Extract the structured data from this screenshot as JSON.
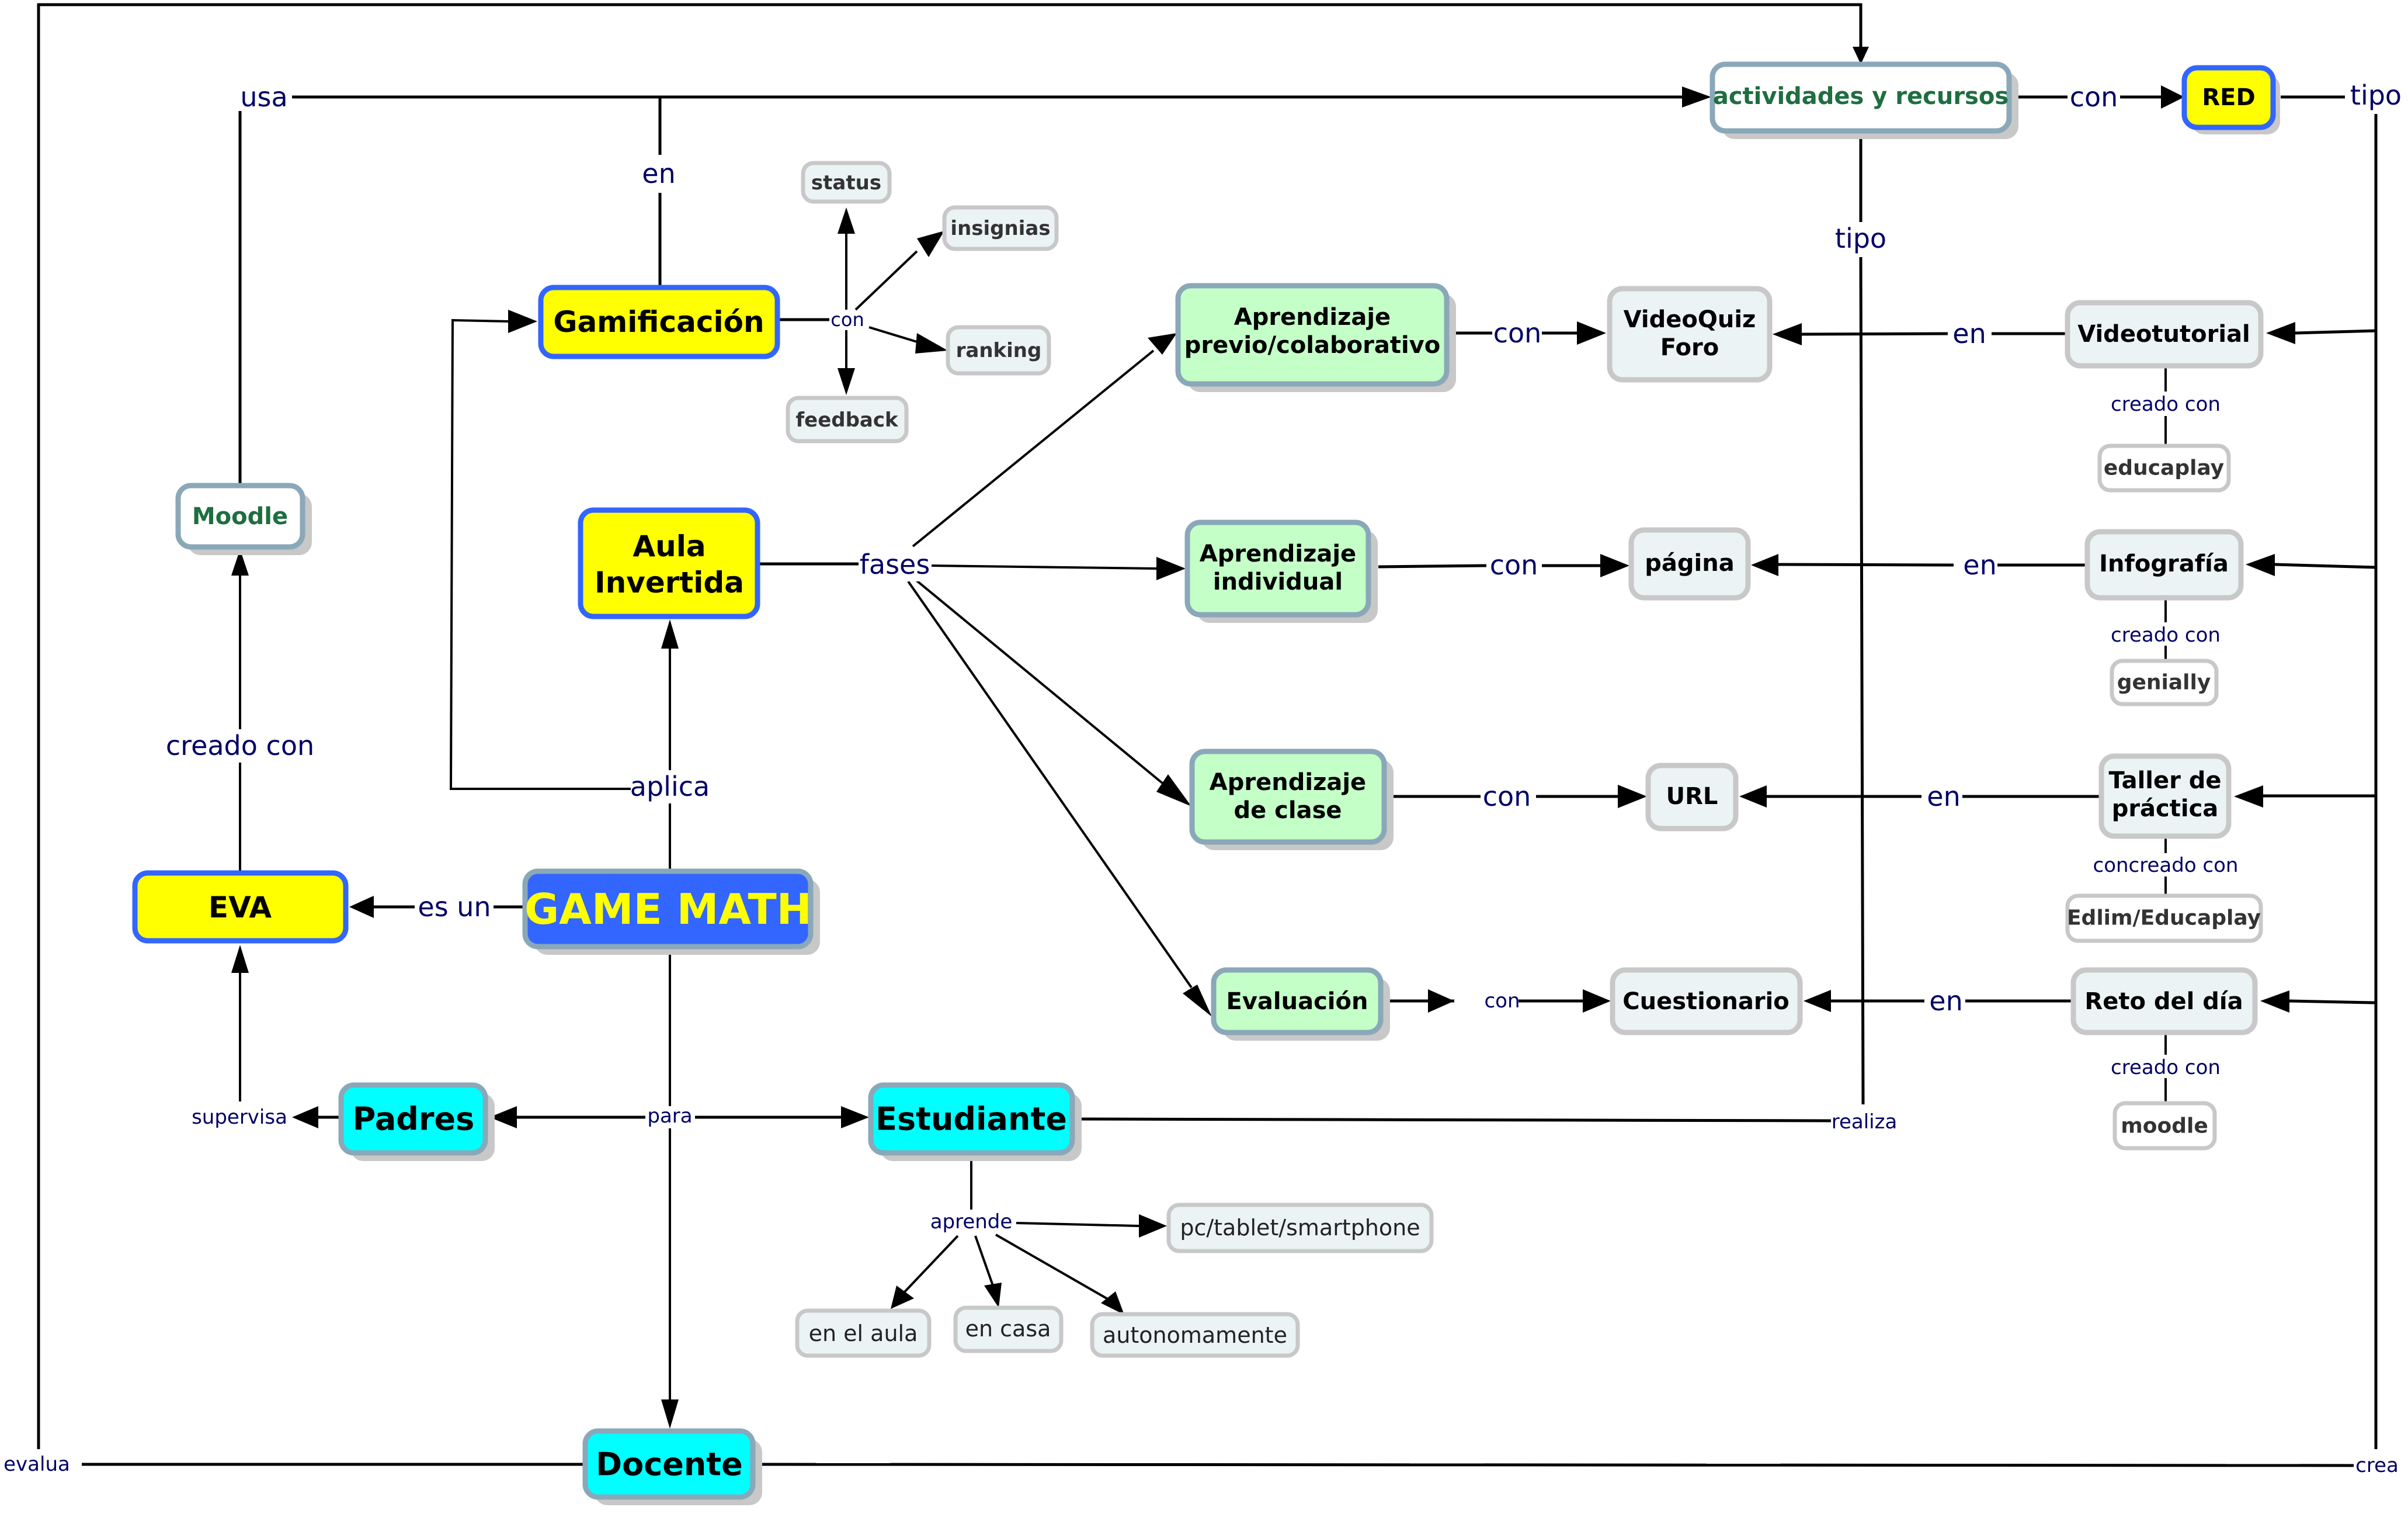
{
  "title": "GAME MATH",
  "colors": {
    "main_fill": "#3366ff",
    "main_text": "#ffff00",
    "yellow_fill": "#ffff00",
    "blue_border": "#3366ff",
    "grey_border": "#8aa8b8",
    "cyan_fill": "#00ffff",
    "green_fill": "#c4ffc8",
    "light_fill": "#ebf3f5",
    "light_border": "#c8c8c8",
    "green_text": "#1e6e40",
    "link_text": "#000066",
    "shadow": "#c8c8c8"
  },
  "nodes": {
    "game_math": "GAME MATH",
    "eva": "EVA",
    "moodle_top": "Moodle",
    "gamificacion": "Gamificación",
    "aula_invertida": [
      "Aula",
      "Invertida"
    ],
    "actividades": "actividades y recursos",
    "red": "RED",
    "status": "status",
    "insignias": "insignias",
    "ranking": "ranking",
    "feedback": "feedback",
    "padres": "Padres",
    "estudiante": "Estudiante",
    "docente": "Docente",
    "aprendizaje_previo": [
      "Aprendizaje",
      "previo/colaborativo"
    ],
    "aprendizaje_individual": [
      "Aprendizaje",
      "individual"
    ],
    "aprendizaje_clase": [
      "Aprendizaje",
      "de clase"
    ],
    "evaluacion": "Evaluación",
    "videoquiz": [
      "VideoQuiz",
      "Foro"
    ],
    "pagina": "página",
    "url": "URL",
    "cuestionario": "Cuestionario",
    "videotutorial": "Videotutorial",
    "infografia": "Infografía",
    "taller": [
      "Taller de",
      "práctica"
    ],
    "reto": "Reto del día",
    "educaplay": "educaplay",
    "genially": "genially",
    "edlim": "Edlim/Educaplay",
    "moodle_small": "moodle",
    "devices": "pc/tablet/smartphone",
    "en_aula": "en el aula",
    "en_casa": "en casa",
    "autonomamente": "autonomamente"
  },
  "links": {
    "usa": "usa",
    "en_gamif": "en",
    "con_gamif": "con",
    "con_red": "con",
    "tipo_right": "tipo",
    "tipo_mid": "tipo",
    "creado_con_moodle": "creado con",
    "es_un": "es un",
    "aplica": "aplica",
    "fases": "fases",
    "para": "para",
    "supervisa": "supervisa",
    "realiza": "realiza",
    "aprende": "aprende",
    "evalua": "evalua",
    "crea": "crea",
    "con_row1": "con",
    "con_row2": "con",
    "con_row3": "con",
    "con_row4": "con",
    "en_row1": "en",
    "en_row2": "en",
    "en_row3": "en",
    "en_row4": "en",
    "creado_con_r1": "creado con",
    "creado_con_r2": "creado con",
    "concreado_con_r3": "concreado con",
    "creado_con_r4": "creado con"
  }
}
